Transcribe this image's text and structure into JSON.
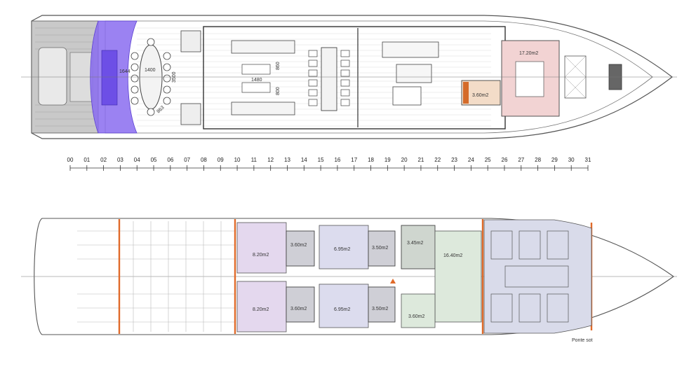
{
  "upper_deck": {
    "dimensions": [
      "1644",
      "1400",
      "3500",
      "1480",
      "860",
      "800",
      "863"
    ],
    "rooms": [
      {
        "area": "17.20m2",
        "color": "#f2d3d3"
      },
      {
        "area": "3.60m2",
        "color": "#f3dcc8"
      }
    ],
    "accent_purple": "#8a6cf0"
  },
  "ruler": {
    "ticks": [
      "00",
      "01",
      "02",
      "03",
      "04",
      "05",
      "06",
      "07",
      "08",
      "09",
      "10",
      "11",
      "12",
      "13",
      "14",
      "15",
      "16",
      "17",
      "18",
      "19",
      "20",
      "21",
      "22",
      "23",
      "24",
      "25",
      "26",
      "27",
      "28",
      "29",
      "30",
      "31"
    ]
  },
  "lower_deck": {
    "rooms": [
      {
        "area": "8.20m2",
        "color": "#e4d8ee"
      },
      {
        "area": "8.20m2",
        "color": "#e4d8ee"
      },
      {
        "area": "3.60m2",
        "color": "#cfcfd6"
      },
      {
        "area": "3.60m2",
        "color": "#cfcfd6"
      },
      {
        "area": "6.95m2",
        "color": "#dcdcee"
      },
      {
        "area": "6.95m2",
        "color": "#dcdcee"
      },
      {
        "area": "3.50m2",
        "color": "#cfcfd6"
      },
      {
        "area": "3.50m2",
        "color": "#cfcfd6"
      },
      {
        "area": "3.45m2",
        "color": "#cfd6cf"
      },
      {
        "area": "16.40m2",
        "color": "#dde9dc"
      },
      {
        "area": "3.60m2",
        "color": "#dde9dc"
      }
    ],
    "footer_label": "Ponte sot",
    "bulkhead_color": "#e06a2a",
    "crew_zone_color": "#d9dbea"
  }
}
